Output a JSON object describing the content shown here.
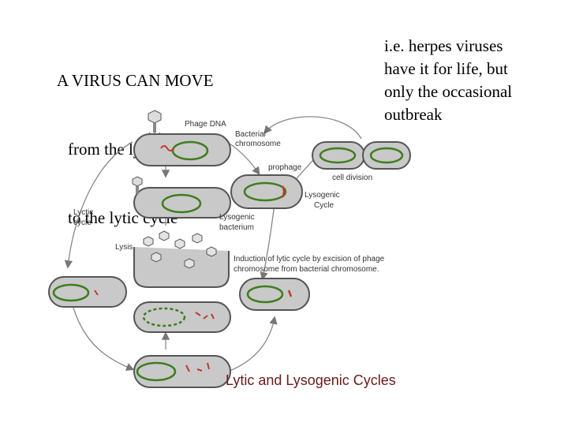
{
  "left_text": {
    "line1": "A VIRUS CAN MOVE",
    "line2": "from the lysogenic",
    "line3": "to the lytic cycle"
  },
  "right_text": {
    "line1": "i.e. herpes viruses",
    "line2": "have it for life, but",
    "line3": "only the occasional",
    "line4": "outbreak"
  },
  "diagram": {
    "title": "Lytic and Lysogenic Cycles",
    "labels": {
      "phage_dna": "Phage DNA",
      "bacterial_chromosome_1": "Bacterial",
      "bacterial_chromosome_2": "chromosome",
      "prophage": "prophage",
      "cell_division": "cell division",
      "lysogenic_cycle_1": "Lysogenic",
      "lysogenic_cycle_2": "Cycle",
      "lysogenic_bacterium_1": "Lysogenic",
      "lysogenic_bacterium_2": "bacterium",
      "lytic_cycle_1": "Lyctic",
      "lytic_cycle_2": "cycle",
      "lysis": "Lysis",
      "induction_1": "Induction of lytic cycle by excision of phage",
      "induction_2": "chromosome from bacterial chromosome."
    },
    "colors": {
      "cell_fill": "#c9c9c9",
      "cell_stroke": "#555555",
      "chromosome": "#3f7d1e",
      "phage_dna": "#c0392b",
      "arrow": "#777777",
      "title": "#6a1a1a"
    }
  }
}
